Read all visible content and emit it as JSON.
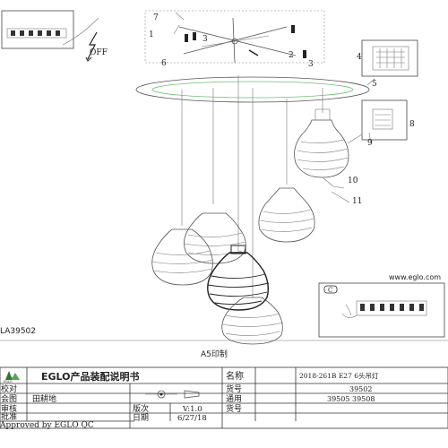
{
  "labels": {
    "off": "OFF",
    "callouts": [
      "7",
      "1",
      "3",
      "6",
      "2",
      "3",
      "4",
      "5",
      "8",
      "9",
      "10",
      "11"
    ],
    "website": "www.eglo.com",
    "model_code": "LA39502",
    "print_note": "A5印制"
  },
  "title_block": {
    "brand_title": "EGLO产品装配说明书",
    "logo_text": "EGLO",
    "rows": [
      {
        "label": "校对",
        "value": "",
        "right_label": "名称",
        "right_value": "2018-261B  E27  6头吊灯"
      },
      {
        "label": "会图",
        "value": "田耕地",
        "right_label": "货号",
        "right_value": "39502"
      },
      {
        "label": "审核",
        "value": "",
        "right_label": "通用\n货号",
        "right_value": "39505  39508"
      },
      {
        "label": "批准",
        "value": "",
        "mid1_label": "版次",
        "mid1_value": "V:1.0",
        "mid2_label": "日期",
        "mid2_value": "6/27/18"
      }
    ],
    "approved": "Approved by EGLO QC"
  },
  "colors": {
    "accent": "#2a7a2a",
    "line": "#555555"
  }
}
